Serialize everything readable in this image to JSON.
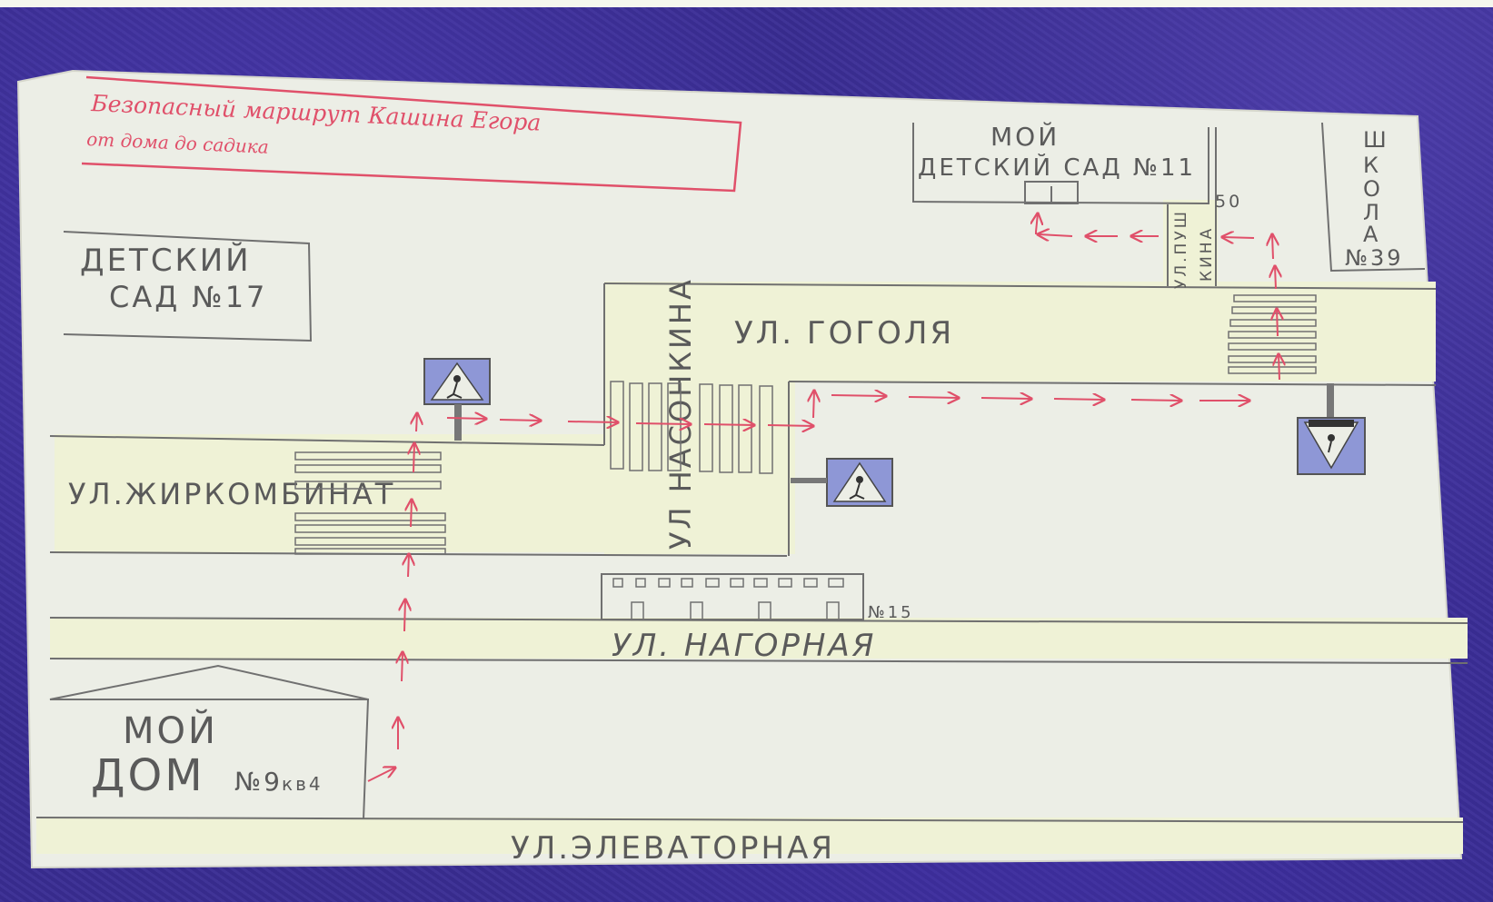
{
  "title": {
    "line1": "Безопасный маршрут Кашина Егора",
    "line2": "от дома до садика"
  },
  "places": {
    "kindergarten_11": {
      "line1": "МОЙ",
      "line2": "ДЕТСКИЙ САД №11"
    },
    "kindergarten_11_number": "50",
    "school": {
      "letters": [
        "Ш",
        "К",
        "О",
        "Л",
        "А"
      ],
      "number": "№39"
    },
    "kindergarten_17": {
      "line1": "ДЕТСКИЙ",
      "line2": "САД №17"
    },
    "home": {
      "line1": "МОЙ",
      "line2": "ДОМ",
      "number": "№9",
      "apartment": "кв4"
    },
    "building_15": "№15"
  },
  "streets": {
    "gogolya": "УЛ. ГОГОЛЯ",
    "nasonkina": "УЛ НАСОНКИНА",
    "zhirkombinat": "УЛ.ЖИРКОМБИНАТ",
    "nagornaya": "УЛ. НАГОРНАЯ",
    "elevatornaya": "УЛ.ЭЛЕВАТОРНАЯ",
    "pushkina_line1": "УЛ.ПУШ",
    "pushkina_line2": "КИНА"
  },
  "colors": {
    "paper": "#eceee6",
    "road": "#f0f2d8",
    "pencil": "#6a6a6a",
    "route": "#e0506a",
    "sign_blue": "#8e97d6",
    "background": "#3a2d94"
  },
  "icons": {
    "crosswalk_sign": "pedestrian-crossing-sign-icon",
    "route_arrow": "red-arrow-icon",
    "zebra": "zebra-crossing-icon"
  }
}
